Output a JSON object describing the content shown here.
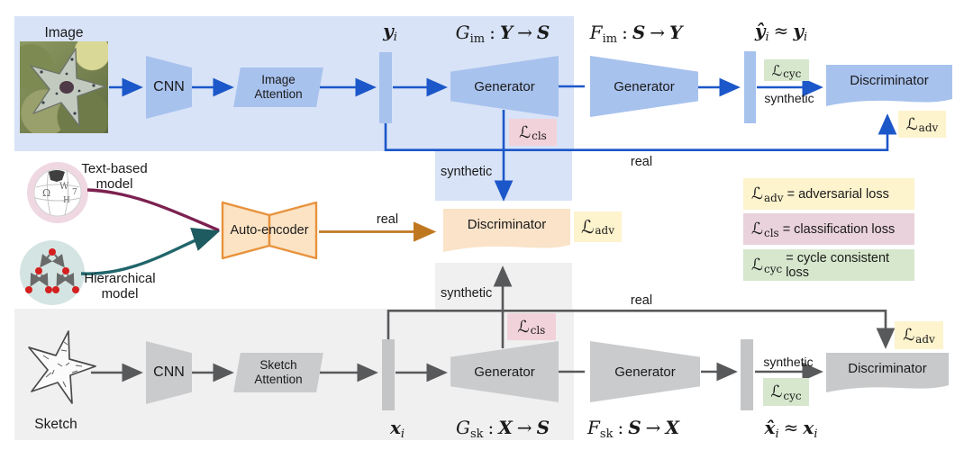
{
  "colors": {
    "blue_accent": "#1c57c9",
    "blue_shape": "#a8c2ee",
    "blue_panel": "#d8e3f7",
    "gray_accent": "#58595b",
    "gray_shape": "#cacbcd",
    "gray_panel": "#f0f0f1",
    "orange_fill": "#fbe3c4",
    "orange_stroke": "#e8923c",
    "orange_accent": "#c07820",
    "maroon_accent": "#7c2150",
    "teal_accent": "#20666b",
    "yellow_badge": "#fdf3cd",
    "pink_badge": "#f2d2da",
    "pink_legend": "#e9d2db",
    "green_badge": "#d6e7cd",
    "wiki_circle": "#f0d8e2",
    "tree_circle": "#d4e4e2",
    "tree_node": "#d41f1f"
  },
  "top": {
    "input_label": "Image",
    "cnn_label": "CNN",
    "attention_line1": "Image",
    "attention_line2": "Attention",
    "feature_var": "y",
    "feature_sub": "i",
    "g_fn": "G",
    "g_sub": "im",
    "g_colon": ":",
    "g_dom": "Y",
    "g_arrow": "→",
    "g_cod": "S",
    "f_fn": "F",
    "f_sub": "im",
    "f_colon": ":",
    "f_dom": "S",
    "f_arrow": "→",
    "f_cod": "Y",
    "gen1_label": "Generator",
    "gen2_label": "Generator",
    "hat_var": "ŷ",
    "hat_sub": "i",
    "approx": "≈",
    "orig_var": "y",
    "orig_sub": "i",
    "cyc_L": "ℒ",
    "cyc_sub": "cyc",
    "cls_L": "ℒ",
    "cls_sub": "cls",
    "adv_L": "ℒ",
    "adv_sub": "adv",
    "synthetic_label": "synthetic",
    "synthetic_mid_label": "synthetic",
    "real_label": "real",
    "disc_label": "Discriminator"
  },
  "middle": {
    "text_model_line1": "Text-based",
    "text_model_line2": "model",
    "hier_model_line1": "Hierarchical",
    "hier_model_line2": "model",
    "globe_glyph1": "Ω",
    "globe_glyph2": "W",
    "globe_glyph3": "H",
    "globe_glyph4": "7",
    "autoencoder_label": "Auto-encoder",
    "real_label": "real",
    "disc_label": "Discriminator",
    "adv_L": "ℒ",
    "adv_sub": "adv"
  },
  "bottom": {
    "input_label": "Sketch",
    "cnn_label": "CNN",
    "attention_line1": "Sketch",
    "attention_line2": "Attention",
    "feature_var": "x",
    "feature_sub": "i",
    "g_fn": "G",
    "g_sub": "sk",
    "g_colon": ":",
    "g_dom": "X",
    "g_arrow": "→",
    "g_cod": "S",
    "f_fn": "F",
    "f_sub": "sk",
    "f_colon": ":",
    "f_dom": "S",
    "f_arrow": "→",
    "f_cod": "X",
    "gen1_label": "Generator",
    "gen2_label": "Generator",
    "hat_var": "x̂",
    "hat_sub": "i",
    "approx": "≈",
    "orig_var": "x",
    "orig_sub": "i",
    "cyc_L": "ℒ",
    "cyc_sub": "cyc",
    "cls_L": "ℒ",
    "cls_sub": "cls",
    "adv_L": "ℒ",
    "adv_sub": "adv",
    "synthetic_label": "synthetic",
    "synthetic_mid_label": "synthetic",
    "real_label": "real",
    "disc_label": "Discriminator"
  },
  "legend": {
    "entries": [
      {
        "L": "ℒ",
        "sub": "adv",
        "text": "= adversarial loss"
      },
      {
        "L": "ℒ",
        "sub": "cls",
        "text": "= classification loss"
      },
      {
        "L": "ℒ",
        "sub": "cyc",
        "text": "= cycle consistent loss"
      }
    ]
  }
}
